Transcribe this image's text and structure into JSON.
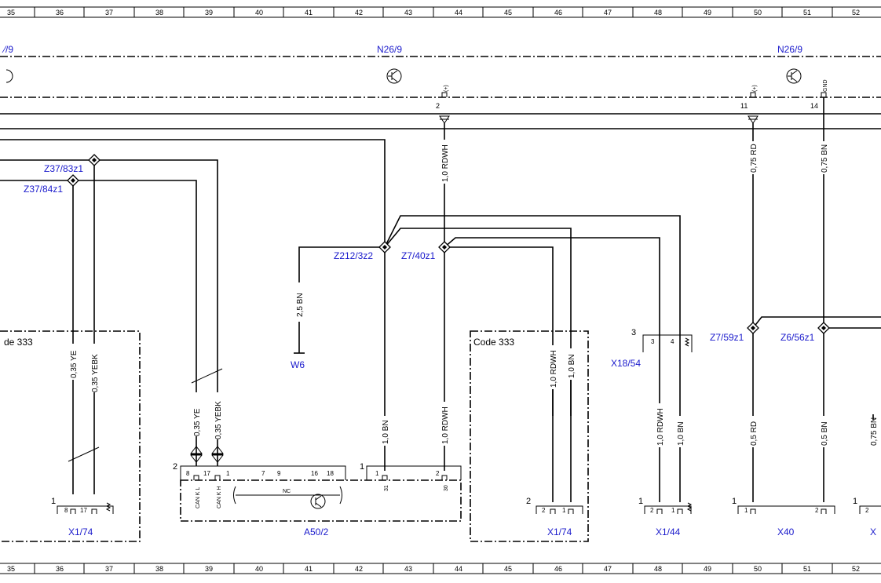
{
  "grid": {
    "columns": [
      "35",
      "36",
      "37",
      "38",
      "39",
      "40",
      "41",
      "42",
      "43",
      "44",
      "45",
      "46",
      "47",
      "48",
      "49",
      "50",
      "51",
      "52"
    ]
  },
  "modules": {
    "n26_9_left_partial": "⁄/9",
    "n26_9_center": "N26/9",
    "n26_9_right": "N26/9"
  },
  "pins": {
    "n26_pin2": "2",
    "n26_pin2_sign": "(+)",
    "n26_pin11": "11",
    "n26_pin11_sign": "(+)",
    "n26_pin14": "14",
    "n26_pin14_sign": "GND"
  },
  "splices": {
    "z37_83z1": "Z37/83z1",
    "z37_84z1": "Z37/84z1",
    "z212_3z2": "Z212/3z2",
    "z7_40z1": "Z7/40z1",
    "z7_59z1": "Z7/59z1",
    "z6_56z1": "Z6/56z1"
  },
  "wires": {
    "w_10rdwh_top": "1,0 RDWH",
    "w_075rd": "0,75 RD",
    "w_075bn": "0,75 BN",
    "w_25bn": "2,5 BN",
    "w_035ye_left": "0,35 YE",
    "w_035yebk_left": "0,35 YEBK",
    "w_035ye_mid": "0,35 YE",
    "w_035yebk_mid": "0,35 YEBK",
    "w_10bn_a": "1,0 BN",
    "w_10rdwh_a": "1,0 RDWH",
    "w_10rdwh_b": "1,0 RDWH",
    "w_10bn_b": "1,0 BN",
    "w_10rdwh_c": "1,0 RDWH",
    "w_10bn_c": "1,0 BN",
    "w_05rd": "0,5 RD",
    "w_05bn": "0,5 BN",
    "w_075bn_partial": "0,75 BN"
  },
  "components": {
    "w6": "W6",
    "x18_54": "X18/54",
    "x18_pin3": "3",
    "x18_pinA": "3",
    "x18_pinB": "4",
    "code333_left": "de 333",
    "code333_right": "Code 333",
    "a50_2": "A50/2",
    "a50_pin2": "2",
    "a50_pin1": "1",
    "can_l": "CAN K L",
    "can_h": "CAN K H",
    "nc": "NC",
    "a50_p8": "8",
    "a50_p17": "17",
    "a50_p1": "1",
    "a50_p7": "7",
    "a50_p9": "9",
    "a50_p16": "16",
    "a50_p18": "18",
    "a50_p1b": "1",
    "a50_p2b": "2",
    "a50_p31": "31",
    "a50_p30": "30"
  },
  "connectors": {
    "x1_74_left": "X1/74",
    "x1_74_left_pin": "1",
    "x1_74_left_p8": "8",
    "x1_74_left_p17": "17",
    "x1_74_right": "X1/74",
    "x1_74_right_pin": "2",
    "x1_74_right_p2": "2",
    "x1_74_right_p1": "1",
    "x1_44": "X1/44",
    "x1_44_pin": "1",
    "x1_44_p2": "2",
    "x1_44_p1": "1",
    "x40": "X40",
    "x40_pin": "1",
    "x40_p1": "1",
    "x40_p2": "2",
    "x_partial": "X",
    "x_partial_pin": "1",
    "x_partial_p2": "2"
  },
  "colors": {
    "label_blue": "#1a1acc",
    "line": "#000000"
  }
}
